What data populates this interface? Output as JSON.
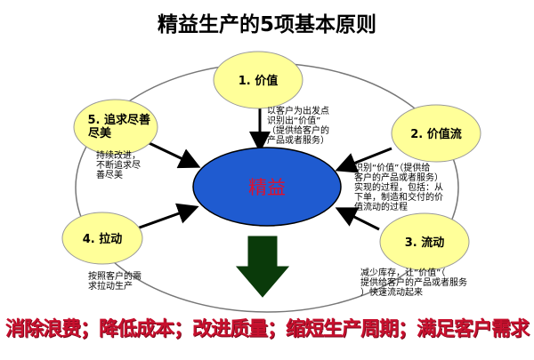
{
  "title": "精益生产的5项基本原则",
  "center": "精益",
  "principles": [
    {
      "label": "1. 价值",
      "color": "#ffff99"
    },
    {
      "label": "2. 价值流",
      "color": "#ffff99"
    },
    {
      "label": "3. 流动",
      "color": "#ffff99"
    },
    {
      "label": "4. 拉动",
      "color": "#ffff99"
    },
    {
      "label": "5. 追求尽善\n尽美",
      "color": "#ffff99"
    }
  ],
  "notes": {
    "value": "以客户为出发点\n识别出“价值”\n（提供给客户的\n产品或者服务）",
    "value_stream": "识别“价值”（提供给\n客户的产品或者服务）\n实现的过程，包括：从\n下单，制造和交付的价\n值流动的过程",
    "flow": "减少库存，让“价值”（\n提供给客户的产品或者服务\n）快速流动起来",
    "pull": "按照客户的需\n求拉动生产",
    "perfection": "持续改进，\n不断追求尽\n善尽美"
  },
  "banner": "消除浪费；降低成本；改进质量；缩短生产周期；满足客户需求",
  "colors": {
    "center_fill": "#1f5bd0",
    "center_text": "#e0102c",
    "node_fill": "#ffff99",
    "arrow": "#000000",
    "down_arrow": "#0a3a0a",
    "banner": "#c8102e"
  }
}
